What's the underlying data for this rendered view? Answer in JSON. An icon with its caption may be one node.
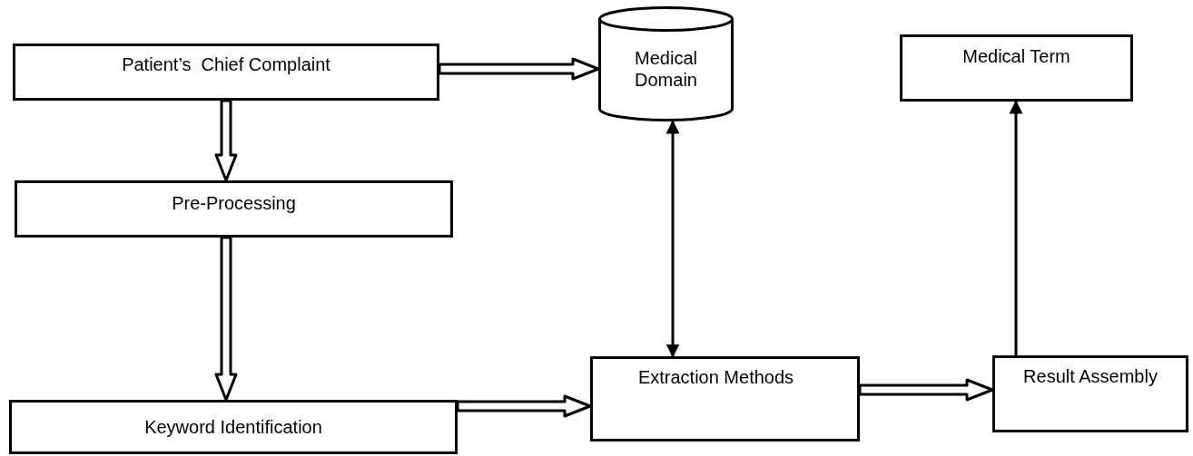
{
  "diagram": {
    "nodes": [
      {
        "text": [
          "Patient’s  Chief Complaint"
        ]
      },
      {
        "text": [
          "Medical Domain"
        ]
      },
      {
        "text": [
          "Medical Term"
        ]
      },
      {
        "text": [
          "Pre-Processing"
        ]
      },
      {
        "text": [
          "Keyword Identification"
        ]
      },
      {
        "text": [
          "Extraction Methods"
        ]
      },
      {
        "text": [
          "Result Assembly"
        ]
      }
    ],
    "edges": [
      {
        "from": 0,
        "to": 1,
        "arrow": "to",
        "style": "thick"
      },
      {
        "from": 0,
        "to": 3,
        "arrow": "to",
        "style": "thick"
      },
      {
        "from": 3,
        "to": 4,
        "arrow": "to",
        "style": "thick"
      },
      {
        "from": 4,
        "to": 5,
        "arrow": "to",
        "style": "thick"
      },
      {
        "from": 1,
        "to": 5,
        "arrow": "both"
      },
      {
        "from": 5,
        "to": 6,
        "arrow": "to",
        "style": "thick"
      },
      {
        "from": 6,
        "to": 2,
        "arrow": "to"
      }
    ]
  }
}
